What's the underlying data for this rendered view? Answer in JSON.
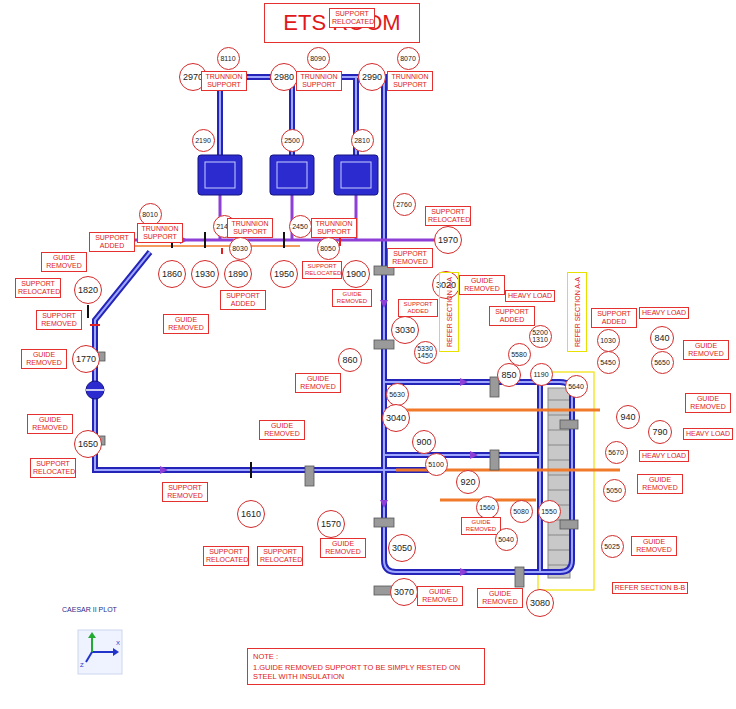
{
  "diagram": {
    "title": "ETS ROOM",
    "nodes": [
      {
        "text": [
          "SUPPORT RELOCATED"
        ]
      },
      {
        "text": [
          "2970"
        ]
      },
      {
        "text": [
          "8110"
        ]
      },
      {
        "text": [
          "TRUNNION SUPPORT"
        ]
      },
      {
        "text": [
          "2980"
        ]
      },
      {
        "text": [
          "8090"
        ]
      },
      {
        "text": [
          "TRUNNION SUPPORT"
        ]
      },
      {
        "text": [
          "2990"
        ]
      },
      {
        "text": [
          "8070"
        ]
      },
      {
        "text": [
          "TRUNNION SUPPORT"
        ]
      },
      {
        "text": [
          "2190"
        ]
      },
      {
        "text": [
          "2500"
        ]
      },
      {
        "text": [
          "2810"
        ]
      },
      {
        "text": [
          "2760"
        ]
      },
      {
        "text": [
          "8010"
        ]
      },
      {
        "text": [
          "TRUNNION SUPPORT"
        ]
      },
      {
        "text": [
          "2140"
        ]
      },
      {
        "text": [
          "TRUNNION SUPPORT"
        ]
      },
      {
        "text": [
          "2450"
        ]
      },
      {
        "text": [
          "TRUNNION SUPPORT"
        ]
      },
      {
        "text": [
          "8030"
        ]
      },
      {
        "text": [
          "8050"
        ]
      },
      {
        "text": [
          "SUPPORT RELOCATED"
        ]
      },
      {
        "text": [
          "1970"
        ]
      },
      {
        "text": [
          "SUPPORT ADDED"
        ]
      },
      {
        "text": [
          "GUIDE REMOVED"
        ]
      },
      {
        "text": [
          "SUPPORT REMOVED"
        ]
      },
      {
        "text": [
          "1820"
        ]
      },
      {
        "text": [
          "SUPPORT RELOCATED"
        ]
      },
      {
        "text": [
          "1860"
        ]
      },
      {
        "text": [
          "1930"
        ]
      },
      {
        "text": [
          "1890"
        ]
      },
      {
        "text": [
          "1950"
        ]
      },
      {
        "text": [
          "SUPPORT RELOCATED"
        ]
      },
      {
        "text": [
          "1900"
        ]
      },
      {
        "text": [
          "GUIDE REMOVED"
        ]
      },
      {
        "text": [
          "3020"
        ]
      },
      {
        "text": [
          "GUIDE REMOVED"
        ]
      },
      {
        "text": [
          "SUPPORT ADDED"
        ]
      },
      {
        "text": [
          "HEAVY LOAD"
        ]
      },
      {
        "text": [
          "SUPPORT REMOVED"
        ]
      },
      {
        "text": [
          "GUIDE REMOVED"
        ]
      },
      {
        "text": [
          "REFER SECTION A-A"
        ]
      },
      {
        "text": [
          "SUPPORT ADDED"
        ]
      },
      {
        "text": [
          "5200",
          "1310"
        ]
      },
      {
        "text": [
          "REFER SECTION A-A"
        ]
      },
      {
        "text": [
          "SUPPORT ADDED"
        ]
      },
      {
        "text": [
          "HEAVY LOAD"
        ]
      },
      {
        "text": [
          "3030"
        ]
      },
      {
        "text": [
          "SUPPORT ADDED"
        ]
      },
      {
        "text": [
          "5330",
          "1450"
        ]
      },
      {
        "text": [
          "5580"
        ]
      },
      {
        "text": [
          "1030"
        ]
      },
      {
        "text": [
          "5450"
        ]
      },
      {
        "text": [
          "840"
        ]
      },
      {
        "text": [
          "5650"
        ]
      },
      {
        "text": [
          "GUIDE REMOVED"
        ]
      },
      {
        "text": [
          "GUIDE REMOVED"
        ]
      },
      {
        "text": [
          "1770"
        ]
      },
      {
        "text": [
          "860"
        ]
      },
      {
        "text": [
          "GUIDE REMOVED"
        ]
      },
      {
        "text": [
          "850"
        ]
      },
      {
        "text": [
          "1190"
        ]
      },
      {
        "text": [
          "5640"
        ]
      },
      {
        "text": [
          "5630"
        ]
      },
      {
        "text": [
          "940"
        ]
      },
      {
        "text": [
          "GUIDE REMOVED"
        ]
      },
      {
        "text": [
          "790"
        ]
      },
      {
        "text": [
          "HEAVY LOAD"
        ]
      },
      {
        "text": [
          "3040"
        ]
      },
      {
        "text": [
          "GUIDE REMOVED"
        ]
      },
      {
        "text": [
          "GUIDE REMOVED"
        ]
      },
      {
        "text": [
          "1650"
        ]
      },
      {
        "text": [
          "900"
        ]
      },
      {
        "text": [
          "5670"
        ]
      },
      {
        "text": [
          "HEAVY LOAD"
        ]
      },
      {
        "text": [
          "5100"
        ]
      },
      {
        "text": [
          "SUPPORT RELOCATED"
        ]
      },
      {
        "text": [
          "920"
        ]
      },
      {
        "text": [
          "GUIDE REMOVED"
        ]
      },
      {
        "text": [
          "5050"
        ]
      },
      {
        "text": [
          "SUPPORT REMOVED"
        ]
      },
      {
        "text": [
          "1560"
        ]
      },
      {
        "text": [
          "5080"
        ]
      },
      {
        "text": [
          "1550"
        ]
      },
      {
        "text": [
          "1610"
        ]
      },
      {
        "text": [
          "1570"
        ]
      },
      {
        "text": [
          "GUIDE REMOVED"
        ]
      },
      {
        "text": [
          "5040"
        ]
      },
      {
        "text": [
          "5025"
        ]
      },
      {
        "text": [
          "GUIDE REMOVED"
        ]
      },
      {
        "text": [
          "GUIDE REMOVED"
        ]
      },
      {
        "text": [
          "3050"
        ]
      },
      {
        "text": [
          "SUPPORT RELOCATED"
        ]
      },
      {
        "text": [
          "SUPPORT RELOCATED"
        ]
      },
      {
        "text": [
          "REFER SECTION B-B"
        ]
      },
      {
        "text": [
          "3070"
        ]
      },
      {
        "text": [
          "GUIDE REMOVED"
        ]
      },
      {
        "text": [
          "GUIDE REMOVED"
        ]
      },
      {
        "text": [
          "3080"
        ]
      },
      {
        "text": [
          "NOTE :",
          "1.GUIDE REMOVED SUPPORT TO BE SIMPLY RESTED ON STEEL WITH INSULATION"
        ]
      }
    ],
    "labels": [
      "CAESAR II PLOT",
      "X",
      "Z"
    ]
  }
}
